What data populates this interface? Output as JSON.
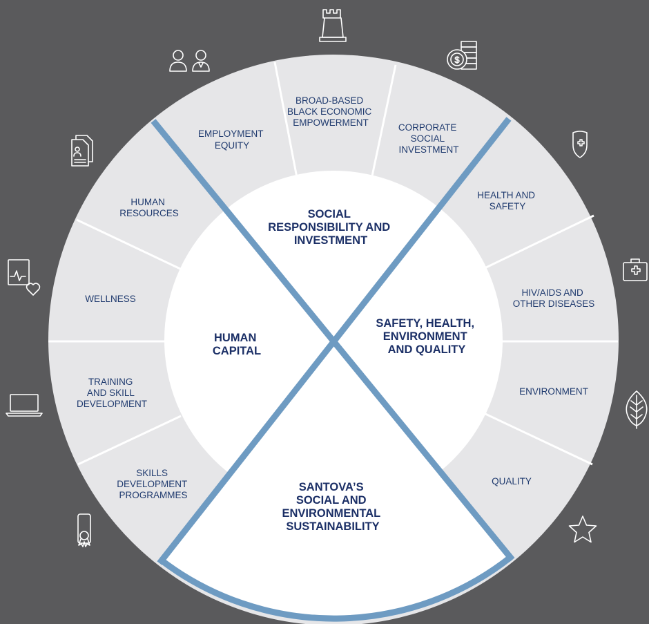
{
  "segments": {
    "employment_equity": [
      "EMPLOYMENT",
      "EQUITY"
    ],
    "bbbee": [
      "BROAD-BASED",
      "BLACK ECONOMIC",
      "EMPOWERMENT"
    ],
    "csi": [
      "CORPORATE",
      "SOCIAL",
      "INVESTMENT"
    ],
    "health_safety": [
      "HEALTH AND",
      "SAFETY"
    ],
    "hiv_aids": [
      "HIV/AIDS AND",
      "OTHER DISEASES"
    ],
    "environment": [
      "ENVIRONMENT"
    ],
    "quality": [
      "QUALITY"
    ],
    "skills_programmes": [
      "SKILLS",
      "DEVELOPMENT",
      "PROGRAMMES"
    ],
    "training": [
      "TRAINING",
      "AND SKILL",
      "DEVELOPMENT"
    ],
    "wellness": [
      "WELLNESS"
    ],
    "human_resources": [
      "HUMAN",
      "RESOURCES"
    ]
  },
  "core": {
    "social": [
      "SOCIAL",
      "RESPONSIBILITY AND",
      "INVESTMENT"
    ],
    "safety": [
      "SAFETY, HEALTH,",
      "ENVIRONMENT",
      "AND QUALITY"
    ],
    "human": [
      "HUMAN",
      "CAPITAL"
    ],
    "santova": [
      "SANTOVA’S",
      "SOCIAL AND",
      "ENVIRONMENTAL",
      "SUSTAINABILITY"
    ]
  },
  "icons": [
    "people-icon",
    "chess-rook-icon",
    "coins-icon",
    "shield-icon",
    "first-aid-kit-icon",
    "leaf-icon",
    "star-icon",
    "certificate-icon",
    "laptop-icon",
    "heart-monitor-icon",
    "documents-icon"
  ],
  "colors": {
    "background": "#5a5a5c",
    "segment_fill": "#e6e6e8",
    "divider": "#6e9bc2",
    "text": "#1f3a6e"
  }
}
